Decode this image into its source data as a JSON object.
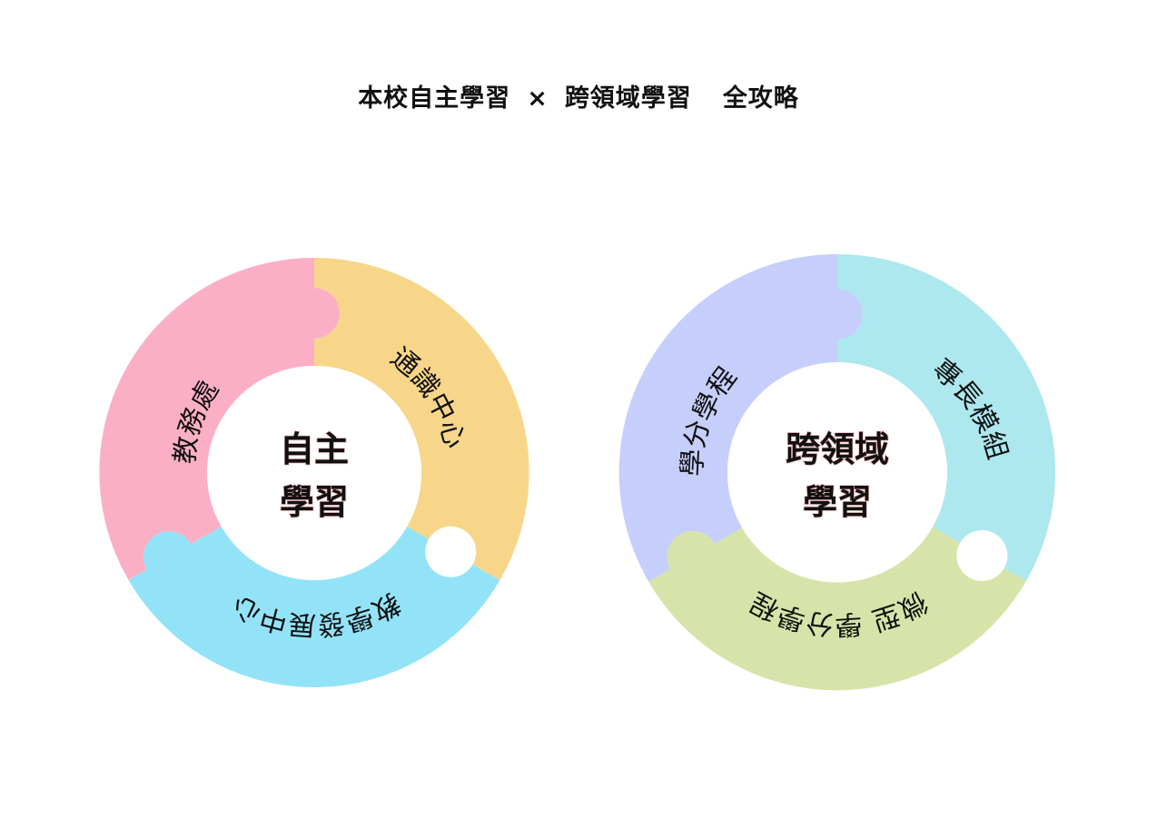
{
  "title": {
    "part1": "本校自主學習",
    "cross": "×",
    "part2": "跨領域學習",
    "part3": "全攻略"
  },
  "rings": [
    {
      "center_lines": [
        "自主",
        "學習"
      ],
      "segments": [
        {
          "label": "教務處",
          "color": "#fbafc5"
        },
        {
          "label": "通識中心",
          "color": "#f7d68a"
        },
        {
          "label": "教學發展中心",
          "color": "#93e3f8"
        }
      ]
    },
    {
      "center_lines": [
        "跨領域",
        "學習"
      ],
      "segments": [
        {
          "label": "學分學程",
          "color": "#c6cefb"
        },
        {
          "label": "專長模組",
          "color": "#ade8ee"
        },
        {
          "label": "微型 學分學程",
          "color": "#d6e4a9"
        }
      ]
    }
  ]
}
